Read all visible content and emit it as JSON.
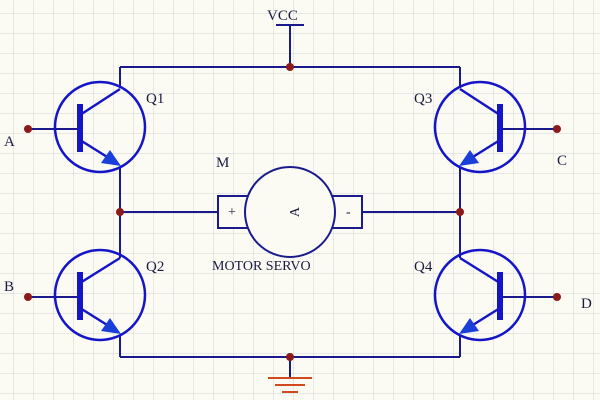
{
  "labels": {
    "vcc": "VCC",
    "q1": "Q1",
    "q2": "Q2",
    "q3": "Q3",
    "q4": "Q4",
    "a": "A",
    "b": "B",
    "c": "C",
    "d": "D",
    "motor_ref": "M",
    "motor_name": "MOTOR SERVO",
    "motor_plus": "+",
    "motor_minus": "-",
    "motor_letter": "A"
  },
  "colors": {
    "background": "#fbfbf3",
    "grid": "#d2d6da",
    "wire": "#1a1a8c",
    "transistor": "#1515c8",
    "emitter_arrow": "#1a3fd9",
    "junction": "#8b1a1a",
    "ground": "#d14a1e",
    "text": "#1a1a40"
  }
}
